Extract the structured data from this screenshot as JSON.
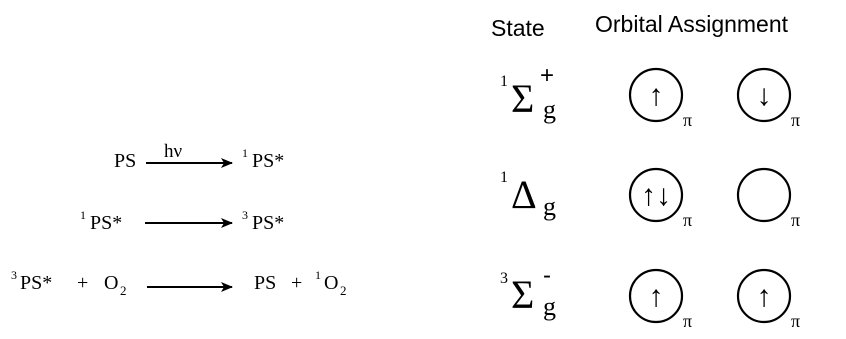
{
  "reactions": [
    {
      "reactant": "PS",
      "arrow_label": "hν",
      "product": "PS*",
      "product_sup": "1"
    },
    {
      "reactant": "PS*",
      "reactant_sup": "1",
      "product": "PS*",
      "product_sup": "3"
    },
    {
      "reactant": "PS*",
      "reactant_sup": "3",
      "plus1": "+",
      "reactant2": "O",
      "reactant2_sub": "2",
      "product": "PS",
      "plus2": "+",
      "product2": "O",
      "product2_sup": "1",
      "product2_sub": "2"
    }
  ],
  "table": {
    "header_state": "State",
    "header_assignment": "Orbital Assignment",
    "rows": [
      {
        "mult": "1",
        "symbol": "Σ",
        "sup": "+",
        "sub": "g",
        "orbitals": [
          {
            "electrons": "↑",
            "label": "π"
          },
          {
            "electrons": "↓",
            "label": "π"
          }
        ]
      },
      {
        "mult": "1",
        "symbol": "Δ",
        "sup": "",
        "sub": "g",
        "orbitals": [
          {
            "electrons": "↑↓",
            "label": "π"
          },
          {
            "electrons": "",
            "label": "π"
          }
        ]
      },
      {
        "mult": "3",
        "symbol": "Σ",
        "sup": "-",
        "sub": "g",
        "orbitals": [
          {
            "electrons": "↑",
            "label": "π"
          },
          {
            "electrons": "↑",
            "label": "π"
          }
        ]
      }
    ]
  }
}
